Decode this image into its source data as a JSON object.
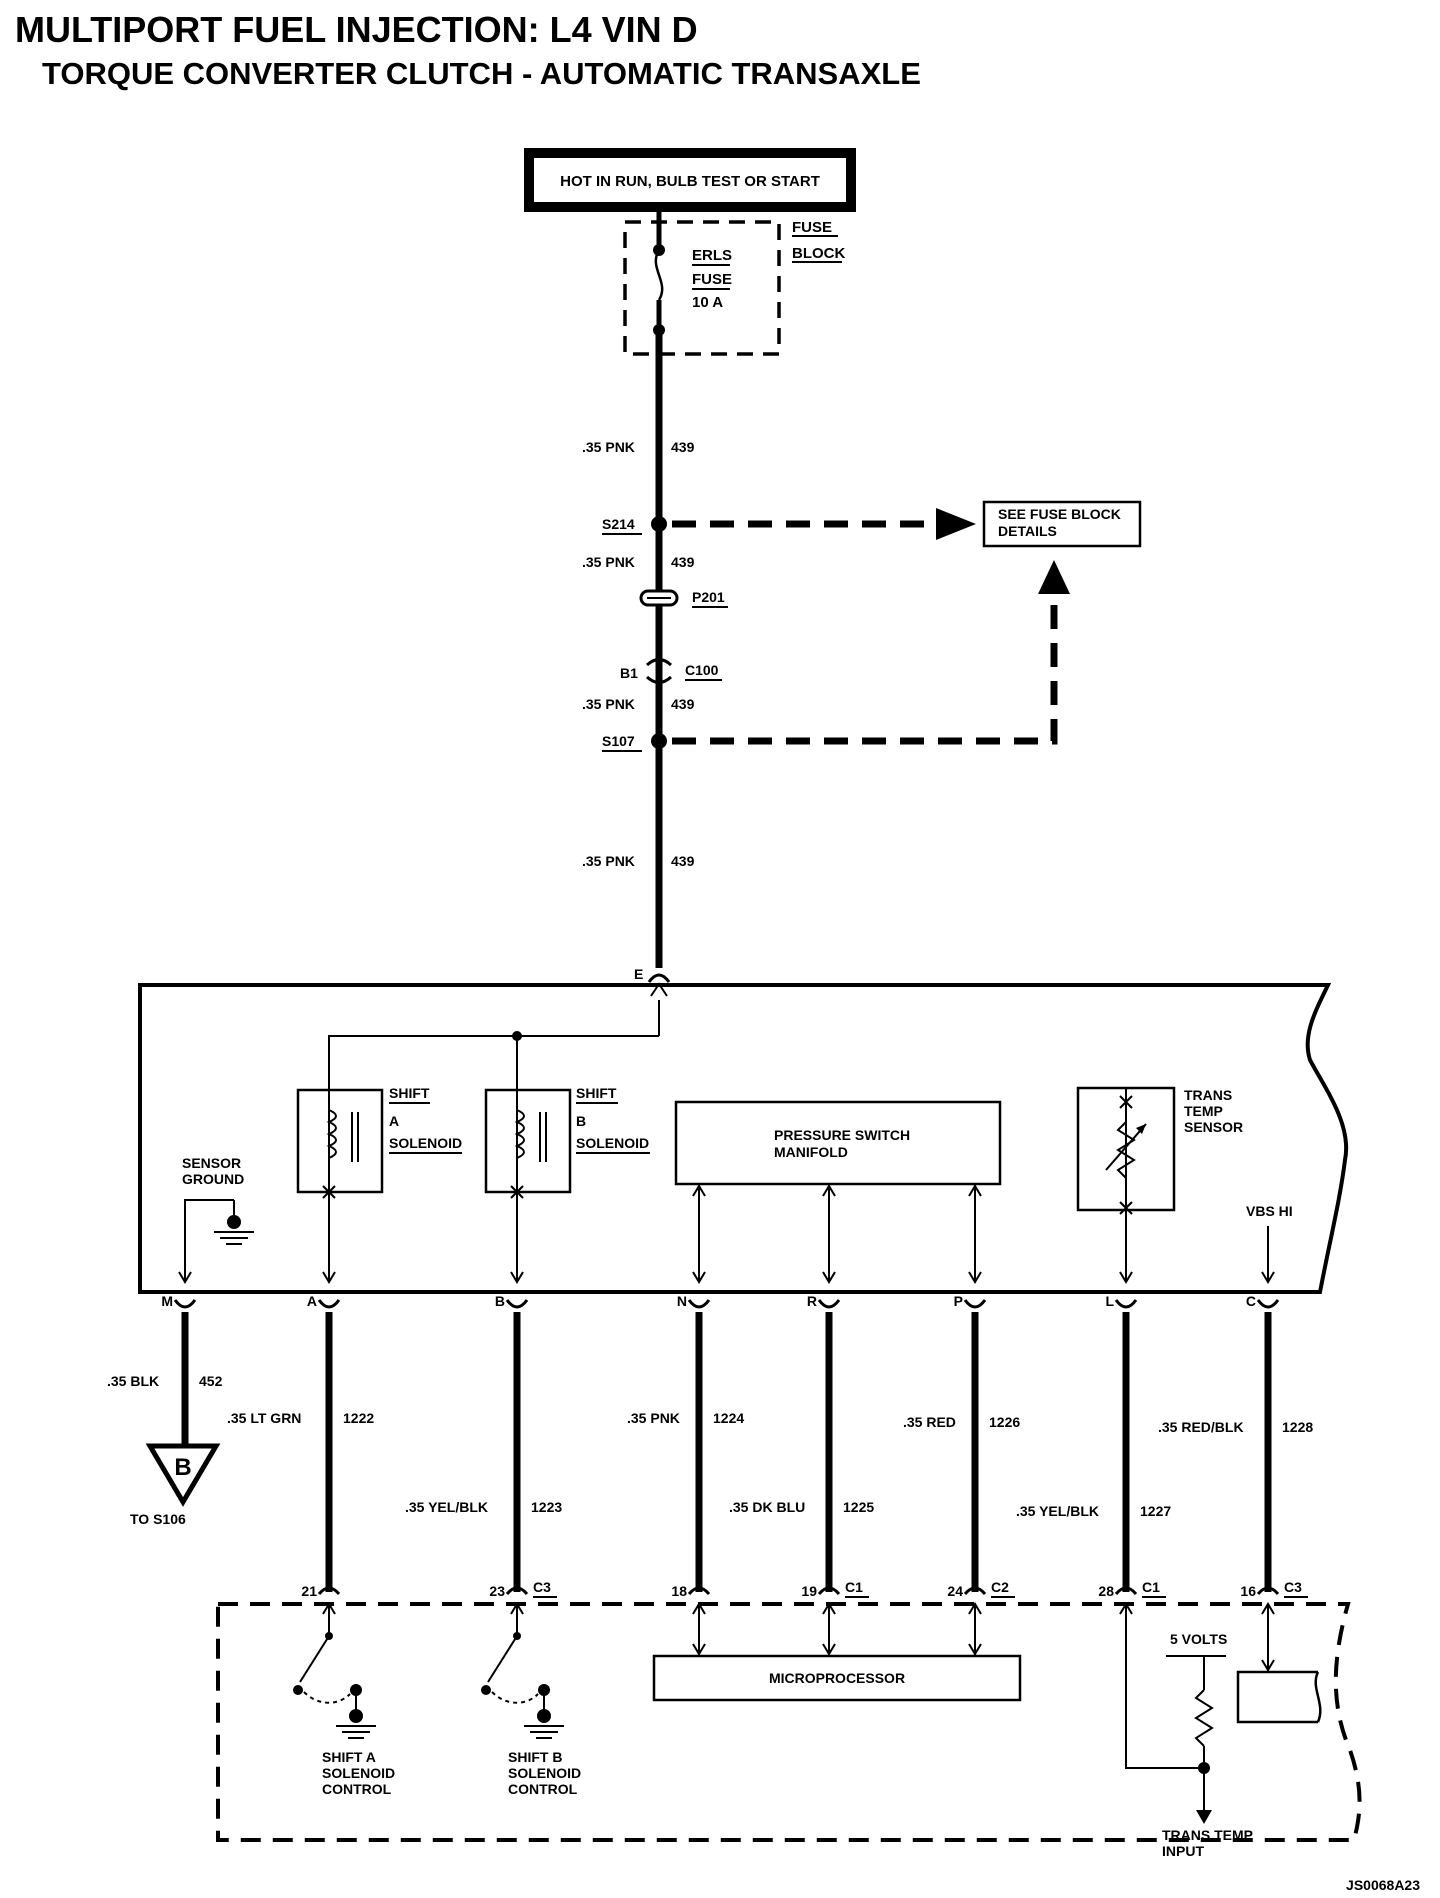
{
  "title": "MULTIPORT FUEL INJECTION: L4 VIN D",
  "subtitle": "TORQUE CONVERTER CLUTCH - AUTOMATIC TRANSAXLE",
  "power_label": "HOT IN RUN, BULB TEST OR START",
  "fuse_block": {
    "line1": "FUSE",
    "line2": "BLOCK"
  },
  "fuse": {
    "line1": "ERLS",
    "line2": "FUSE",
    "line3": "10 A"
  },
  "see_details": {
    "line1": "SEE FUSE BLOCK",
    "line2": "DETAILS"
  },
  "feed_wire": {
    "gauge": ".35 PNK",
    "circuit": "439"
  },
  "splices": {
    "s214": "S214",
    "s107": "S107"
  },
  "connectors": {
    "p201": "P201",
    "c100": "C100",
    "b1": "B1",
    "e": "E"
  },
  "trans": {
    "shift_a": {
      "l1": "SHIFT",
      "l2": "A",
      "l3": "SOLENOID"
    },
    "shift_b": {
      "l1": "SHIFT",
      "l2": "B",
      "l3": "SOLENOID"
    },
    "psm": {
      "l1": "PRESSURE SWITCH",
      "l2": "MANIFOLD"
    },
    "tts": {
      "l1": "TRANS",
      "l2": "TEMP",
      "l3": "SENSOR"
    },
    "sensor_ground": {
      "l1": "SENSOR",
      "l2": "GROUND"
    },
    "vbs": "VBS HI"
  },
  "wires": [
    {
      "pin": "M",
      "gauge": ".35 BLK",
      "circuit": "452"
    },
    {
      "pin": "A",
      "gauge": ".35 LT GRN",
      "circuit": "1222",
      "pcm_pin": "21",
      "pcm_conn": ""
    },
    {
      "pin": "B",
      "gauge": ".35 YEL/BLK",
      "circuit": "1223",
      "pcm_pin": "23",
      "pcm_conn": "C3"
    },
    {
      "pin": "N",
      "gauge": ".35 PNK",
      "circuit": "1224",
      "pcm_pin": "18",
      "pcm_conn": ""
    },
    {
      "pin": "R",
      "gauge": ".35 DK BLU",
      "circuit": "1225",
      "pcm_pin": "19",
      "pcm_conn": "C1"
    },
    {
      "pin": "P",
      "gauge": ".35 RED",
      "circuit": "1226",
      "pcm_pin": "24",
      "pcm_conn": "C2"
    },
    {
      "pin": "L",
      "gauge": ".35 YEL/BLK",
      "circuit": "1227",
      "pcm_pin": "28",
      "pcm_conn": "C1"
    },
    {
      "pin": "C",
      "gauge": ".35 RED/BLK",
      "circuit": "1228",
      "pcm_pin": "16",
      "pcm_conn": "C3"
    }
  ],
  "ground": {
    "letter": "B",
    "to": "TO S106"
  },
  "pcm": {
    "microprocessor": "MICROPROCESSOR",
    "five_volts": "5 VOLTS",
    "shift_a_ctrl": {
      "l1": "SHIFT A",
      "l2": "SOLENOID",
      "l3": "CONTROL"
    },
    "shift_b_ctrl": {
      "l1": "SHIFT B",
      "l2": "SOLENOID",
      "l3": "CONTROL"
    },
    "tti": {
      "l1": "TRANS TEMP",
      "l2": "INPUT"
    }
  },
  "diagram_code": "JS0068A23"
}
